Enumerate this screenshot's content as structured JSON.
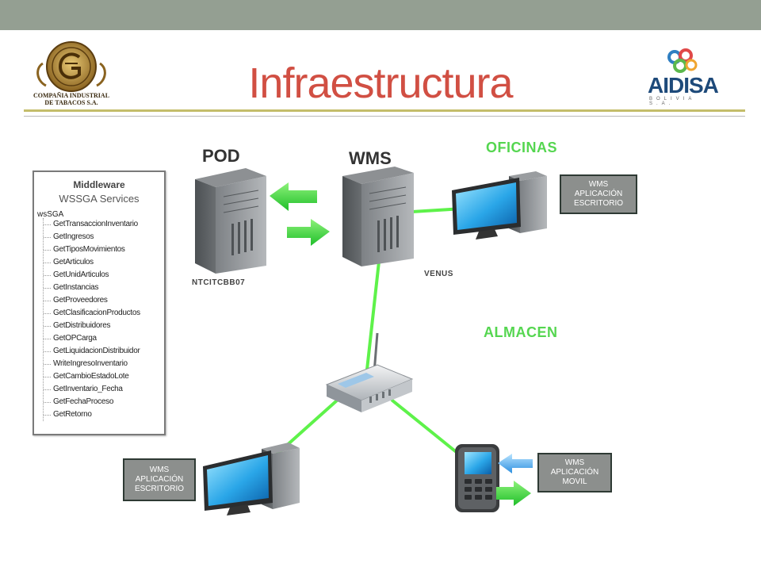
{
  "slide": {
    "title": "Infraestructura",
    "logo_left": {
      "name": "COMPAÑIA INDUSTRIAL DE TABACOS S.A.",
      "line1": "COMPAÑIA INDUSTRIAL",
      "line2": "DE TABACOS S.A."
    },
    "logo_right": {
      "brand": "AIDISA",
      "sub": "BOLIVIA S.A."
    }
  },
  "middleware": {
    "title": "Middleware",
    "subtitle": "WSSGA Services",
    "root": "wsSGA",
    "methods": [
      "GetTransaccionInventario",
      "GetIngresos",
      "GetTiposMovimientos",
      "GetArticulos",
      "GetUnidArticulos",
      "GetInstancias",
      "GetProveedores",
      "GetClasificacionProductos",
      "GetDistribuidores",
      "GetOPCarga",
      "GetLiquidacionDistribuidor",
      "WriteIngresoInventario",
      "GetCambioEstadoLote",
      "GetInventario_Fecha",
      "GetFechaProceso",
      "GetRetorno"
    ]
  },
  "servers": {
    "pod": {
      "label": "POD",
      "host": "NTCITCBB07"
    },
    "wms": {
      "label": "WMS",
      "host": "VENUS"
    }
  },
  "zones": {
    "offices": "OFICINAS",
    "warehouse": "ALMACEN"
  },
  "boxes": {
    "desktop_office": {
      "line1": "WMS",
      "line2": "APLICACIÓN",
      "line3": "ESCRITORIO"
    },
    "desktop_warehouse": {
      "line1": "WMS",
      "line2": "APLICACIÓN",
      "line3": "ESCRITORIO"
    },
    "mobile": {
      "line1": "WMS",
      "line2": "APLICACIÓN",
      "line3": "MOVIL"
    }
  },
  "colors": {
    "title": "#d14f43",
    "link": "#5ef24a",
    "zone_label": "#55d650",
    "topbar": "#949f92",
    "box": "#8c8f8d"
  },
  "icons": {
    "server": "server-tower-icon",
    "monitor": "desktop-computer-icon",
    "router": "wireless-router-icon",
    "phone": "mobile-phone-icon"
  }
}
